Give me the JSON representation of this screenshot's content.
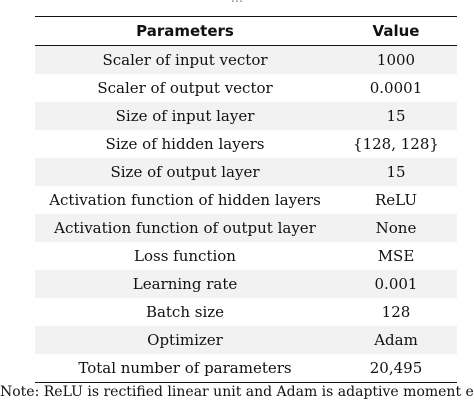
{
  "caption_fragment": "...",
  "table": {
    "headers": [
      "Parameters",
      "Value"
    ],
    "rows": [
      [
        "Scaler of input vector",
        "1000"
      ],
      [
        "Scaler of output vector",
        "0.0001"
      ],
      [
        "Size of input layer",
        "15"
      ],
      [
        "Size of hidden layers",
        "{128, 128}"
      ],
      [
        "Size of output layer",
        "15"
      ],
      [
        "Activation function of hidden layers",
        "ReLU"
      ],
      [
        "Activation function of output layer",
        "None"
      ],
      [
        "Loss function",
        "MSE"
      ],
      [
        "Learning rate",
        "0.001"
      ],
      [
        "Batch size",
        "128"
      ],
      [
        "Optimizer",
        "Adam"
      ],
      [
        "Total number of parameters",
        "20,495"
      ]
    ]
  },
  "note": "Note: ReLU is rectified linear unit and Adam is adaptive moment estimation."
}
